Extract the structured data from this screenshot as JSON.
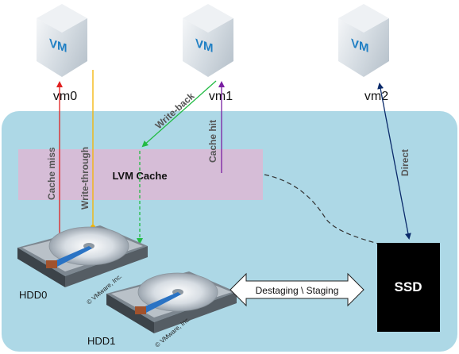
{
  "vms": [
    {
      "label": "vm0",
      "icon_text": "VM",
      "icon": "vm-cube-icon"
    },
    {
      "label": "vm1",
      "icon_text": "VM",
      "icon": "vm-cube-icon"
    },
    {
      "label": "vm2",
      "icon_text": "VM",
      "icon": "vm-cube-icon"
    }
  ],
  "lvm_cache": {
    "label": "LVM Cache"
  },
  "arrows": {
    "cache_miss": "Cache miss",
    "write_through": "Write-through",
    "write_back": "Write-back",
    "cache_hit": "Cache hit",
    "direct": "Direct"
  },
  "disks": [
    {
      "label": "HDD0",
      "credit": "© VMware, Inc.",
      "icon": "hard-disk-icon"
    },
    {
      "label": "HDD1",
      "credit": "© VMware, Inc.",
      "icon": "hard-disk-icon"
    }
  ],
  "destaging": {
    "label": "Destaging \\ Staging"
  },
  "ssd": {
    "label": "SSD"
  },
  "colors": {
    "panel": "#add8e6",
    "lvm_box": "#d8bcd6",
    "cache_miss": "#e02020",
    "write_through": "#f5b400",
    "write_back": "#22bb44",
    "cache_hit": "#7a1fa2",
    "direct": "#0a2a6a",
    "ssd": "#000000"
  }
}
